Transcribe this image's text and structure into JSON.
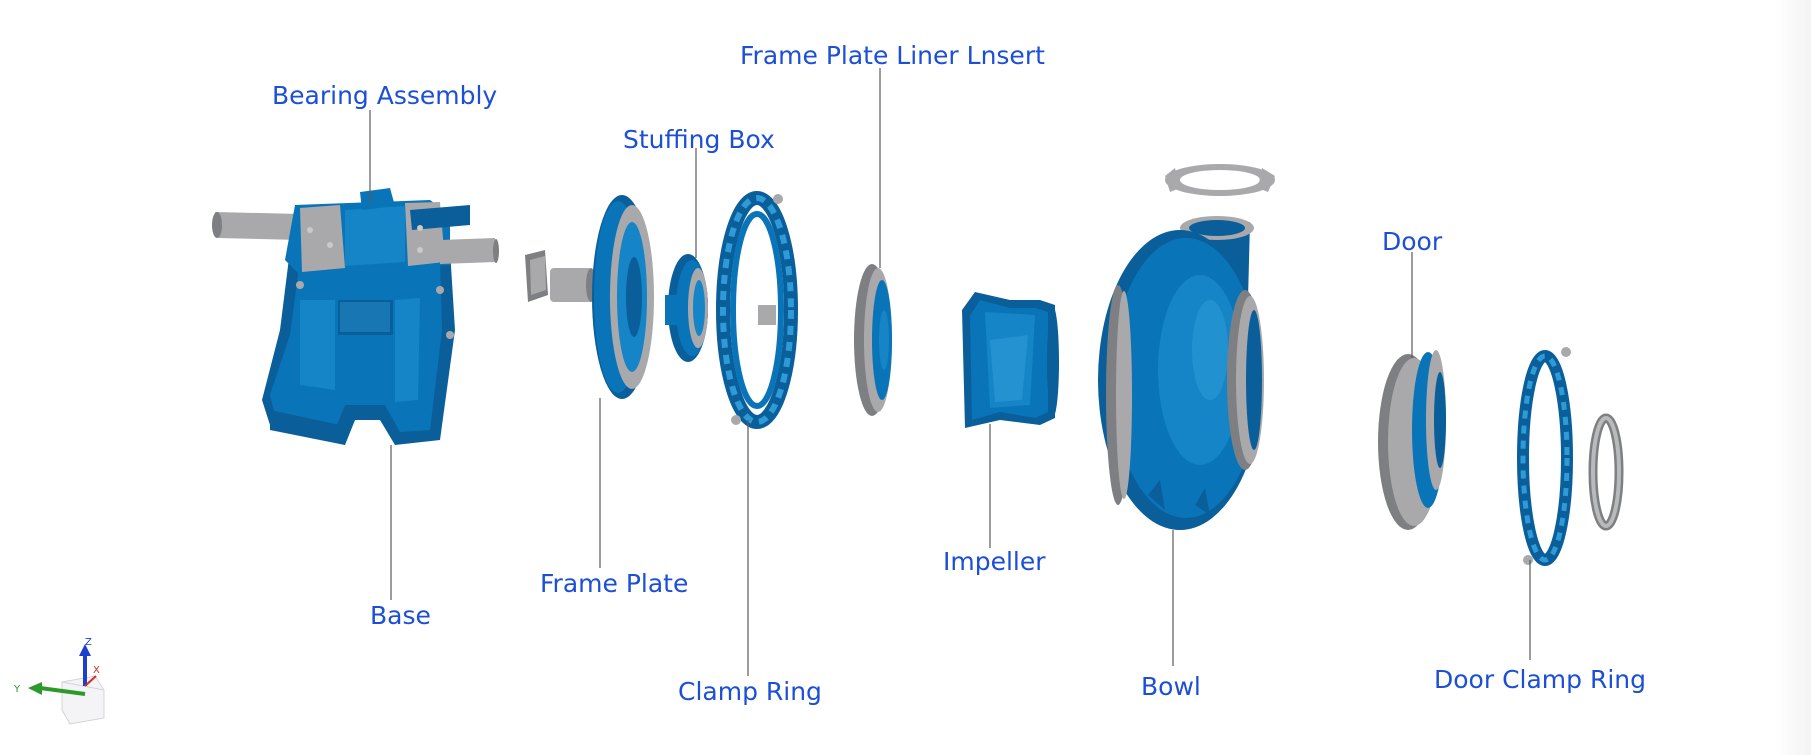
{
  "diagram": {
    "labels": {
      "bearing_assembly": "Bearing Assembly",
      "stuffing_box": "Stuffing Box",
      "frame_plate_liner_insert": "Frame Plate Liner Lnsert",
      "door": "Door",
      "base": "Base",
      "frame_plate": "Frame Plate",
      "clamp_ring": "Clamp Ring",
      "impeller": "Impeller",
      "bowl": "Bowl",
      "door_clamp_ring": "Door Clamp Ring"
    },
    "axis_triad": {
      "z": "Z",
      "x": "X",
      "y": "Y"
    }
  },
  "colors": {
    "label": "#1c4fd8",
    "part_blue": "#0a74b8",
    "part_gray": "#a9a9ab",
    "axis_z": "#1c3fd0",
    "axis_x": "#d42a2a",
    "axis_y": "#2a9a2a"
  }
}
